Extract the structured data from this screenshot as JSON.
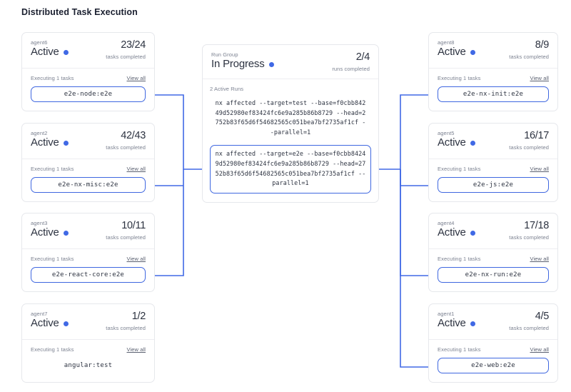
{
  "page": {
    "title": "Distributed Task Execution",
    "accent_color": "#4069e5",
    "pill_border_color": "#3f67e0",
    "card_border_color": "#e6e8ec",
    "muted_text_color": "#7b8190"
  },
  "left_agents": [
    {
      "agent": "agent6",
      "status": "Active",
      "count": "23/24",
      "count_label": "tasks completed",
      "executing": "Executing 1 tasks",
      "view_all": "View all",
      "task": "e2e-node:e2e",
      "connected": true
    },
    {
      "agent": "agent2",
      "status": "Active",
      "count": "42/43",
      "count_label": "tasks completed",
      "executing": "Executing 1 tasks",
      "view_all": "View all",
      "task": "e2e-nx-misc:e2e",
      "connected": true
    },
    {
      "agent": "agent3",
      "status": "Active",
      "count": "10/11",
      "count_label": "tasks completed",
      "executing": "Executing 1 tasks",
      "view_all": "View all",
      "task": "e2e-react-core:e2e",
      "connected": true
    },
    {
      "agent": "agent7",
      "status": "Active",
      "count": "1/2",
      "count_label": "tasks completed",
      "executing": "Executing 1 tasks",
      "view_all": "View all",
      "task": "angular:test",
      "connected": false
    }
  ],
  "run_group": {
    "kicker": "Run Group",
    "status": "In Progress",
    "count": "2/4",
    "count_label": "runs completed",
    "active_runs_label": "2 Active Runs",
    "runs": [
      {
        "command": "nx affected --target=test --base=f0cbb84249d52980ef83424fc6e9a285b86b8729 --head=2752b83f65d6f54682565c051bea7bf2735af1cf --parallel=1",
        "highlighted": false
      },
      {
        "command": "nx affected --target=e2e --base=f0cbb84249d52980ef83424fc6e9a285b86b8729 --head=2752b83f65d6f54682565c051bea7bf2735af1cf --parallel=1",
        "highlighted": true
      }
    ]
  },
  "right_agents": [
    {
      "agent": "agent8",
      "status": "Active",
      "count": "8/9",
      "count_label": "tasks completed",
      "executing": "Executing 1 tasks",
      "view_all": "View all",
      "task": "e2e-nx-init:e2e",
      "connected": true
    },
    {
      "agent": "agent5",
      "status": "Active",
      "count": "16/17",
      "count_label": "tasks completed",
      "executing": "Executing 1 tasks",
      "view_all": "View all",
      "task": "e2e-js:e2e",
      "connected": true
    },
    {
      "agent": "agent4",
      "status": "Active",
      "count": "17/18",
      "count_label": "tasks completed",
      "executing": "Executing 1 tasks",
      "view_all": "View all",
      "task": "e2e-nx-run:e2e",
      "connected": true
    },
    {
      "agent": "agent1",
      "status": "Active",
      "count": "4/5",
      "count_label": "tasks completed",
      "executing": "Executing 1 tasks",
      "view_all": "View all",
      "task": "e2e-web:e2e",
      "connected": true
    }
  ]
}
